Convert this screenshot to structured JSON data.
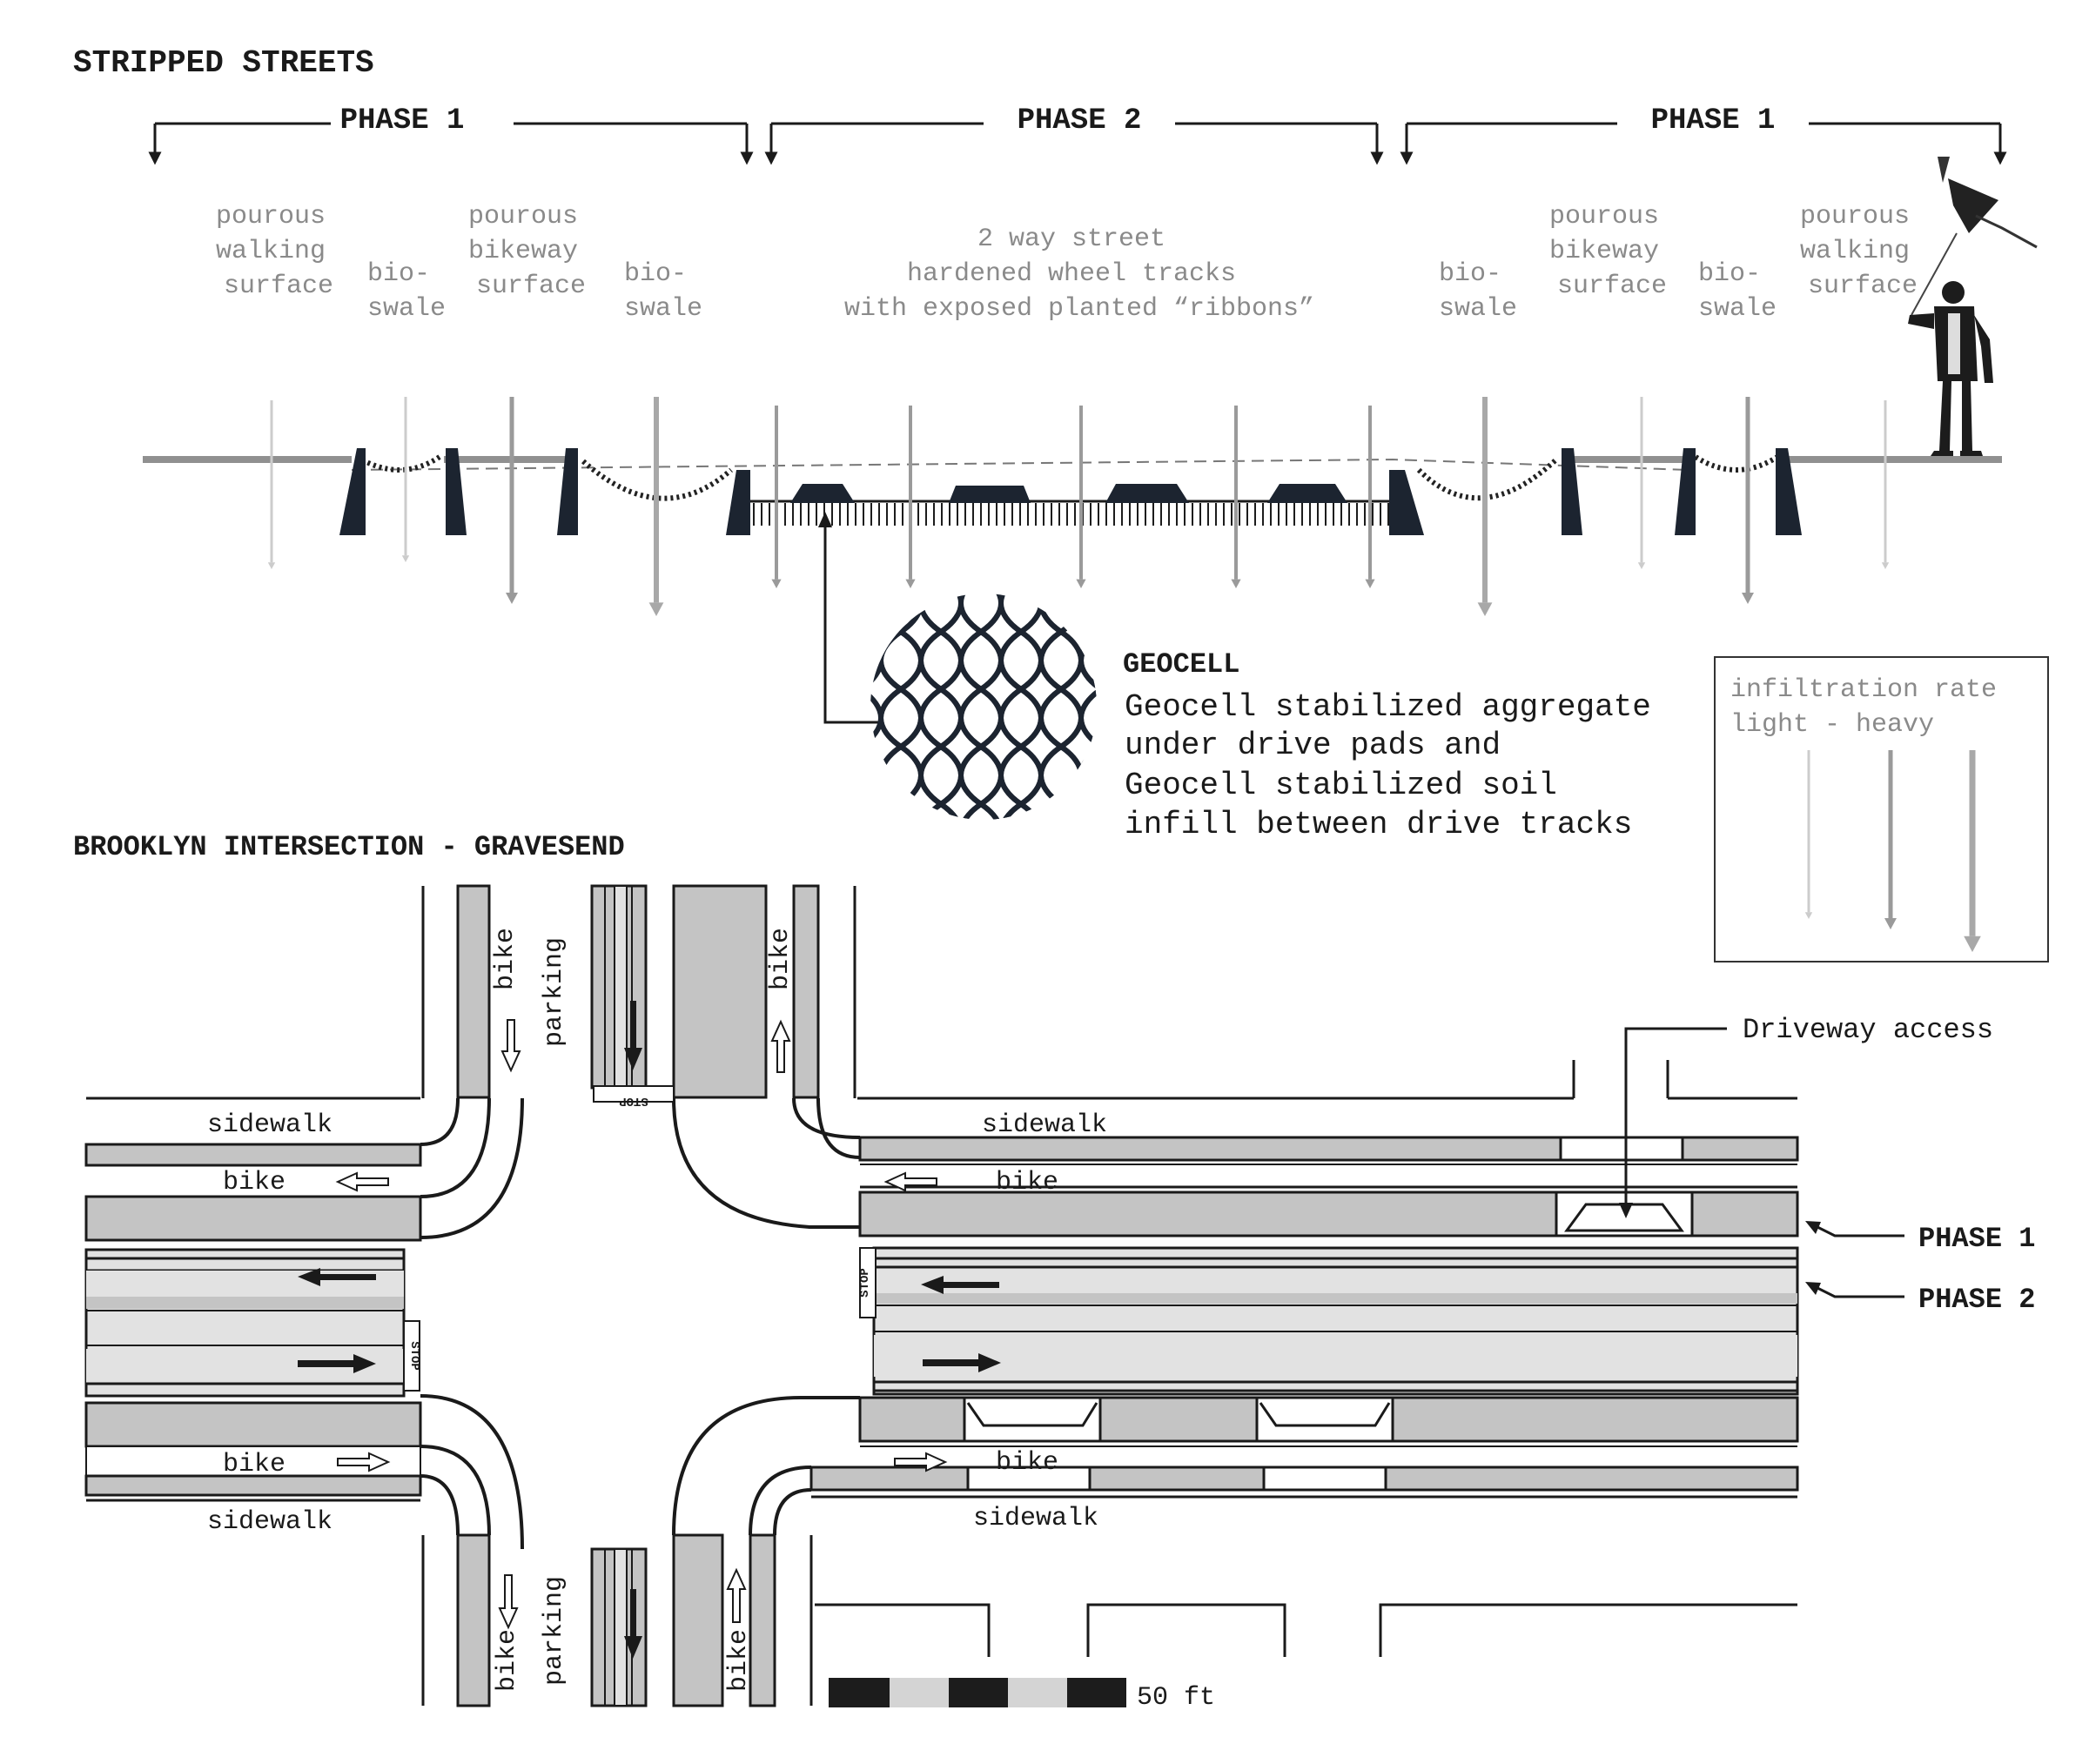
{
  "section": {
    "title": "STRIPPED STREETS",
    "phases": [
      {
        "label": "PHASE 1"
      },
      {
        "label": "PHASE 2"
      },
      {
        "label": "PHASE 1"
      }
    ],
    "labels": [
      {
        "lines": [
          "pourous",
          "walking",
          "surface"
        ]
      },
      {
        "lines": [
          "bio-",
          "swale"
        ]
      },
      {
        "lines": [
          "pourous",
          "bikeway",
          "surface"
        ]
      },
      {
        "lines": [
          "bio-",
          "swale"
        ]
      },
      {
        "lines": [
          "2 way street",
          "hardened wheel tracks",
          "with exposed planted “ribbons”"
        ]
      },
      {
        "lines": [
          "bio-",
          "swale"
        ]
      },
      {
        "lines": [
          "pourous",
          "bikeway",
          "surface"
        ]
      },
      {
        "lines": [
          "bio-",
          "swale"
        ]
      },
      {
        "lines": [
          "pourous",
          "walking",
          "surface"
        ]
      }
    ],
    "infiltration": {
      "light": "#cccccc",
      "medium": "#9a9a9a",
      "heavy": "#a8a8a8"
    }
  },
  "geocell": {
    "title": "GEOCELL",
    "lines": [
      "Geocell stabilized aggregate",
      "under drive pads and",
      "Geocell stabilized soil",
      "infill between drive tracks"
    ]
  },
  "legend": {
    "line1": "infiltration rate",
    "line2": "light - heavy"
  },
  "plan": {
    "title": "BROOKLYN INTERSECTION - GRAVESEND",
    "labels": {
      "sidewalk": "sidewalk",
      "bike": "bike",
      "parking": "parking",
      "stop": "STOP",
      "driveway": "Driveway access",
      "phase1": "PHASE 1",
      "phase2": "PHASE 2"
    },
    "scale": "50 ft",
    "colors": {
      "gray": "#c4c4c4",
      "lightgray": "#e2e2e2",
      "dark": "#1c1c1c"
    }
  }
}
